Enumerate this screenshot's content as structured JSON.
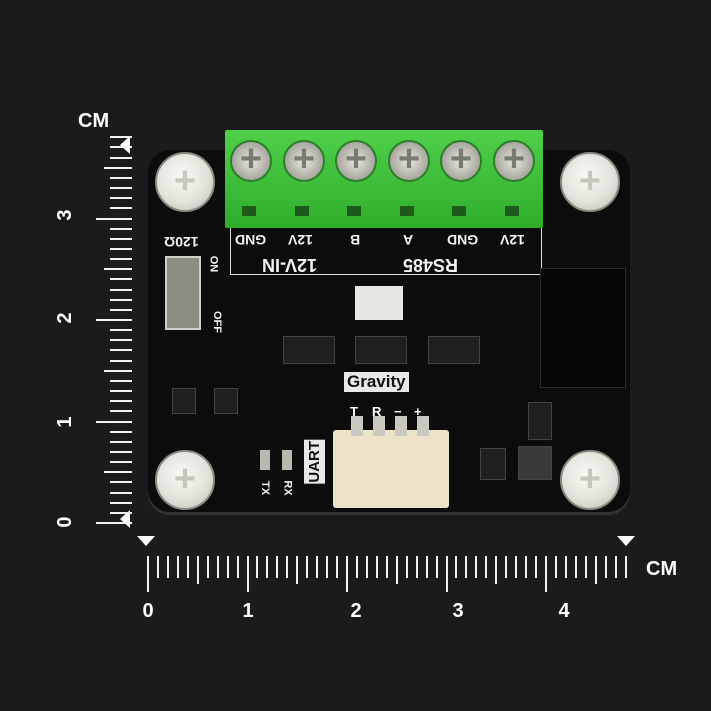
{
  "scene": "Gravity UART to RS485 converter board photographed with centimeter rulers",
  "rulers": {
    "unit_label": "CM",
    "horizontal": {
      "labels": [
        "0",
        "1",
        "2",
        "3",
        "4"
      ],
      "max_cm": 4.8
    },
    "vertical": {
      "labels": [
        "0",
        "1",
        "2",
        "3"
      ],
      "max_cm": 3.8
    }
  },
  "board": {
    "terminal_block": {
      "pins": [
        "12V",
        "GND",
        "B",
        "A",
        "GND",
        "12V"
      ],
      "group_labels": {
        "power": "12V-IN",
        "bus": "RS485"
      },
      "power_pins": [
        "12V",
        "GND"
      ],
      "bus_pins": [
        "B",
        "A",
        "GND",
        "12V"
      ]
    },
    "switch": {
      "label": "120Ω",
      "on_label": "ON",
      "off_label": "OFF"
    },
    "brand_label": "Gravity",
    "connector": {
      "label": "UART",
      "pins": [
        "T",
        "R",
        "−",
        "+"
      ]
    },
    "leds": {
      "tx": "TX",
      "rx": "RX"
    }
  }
}
